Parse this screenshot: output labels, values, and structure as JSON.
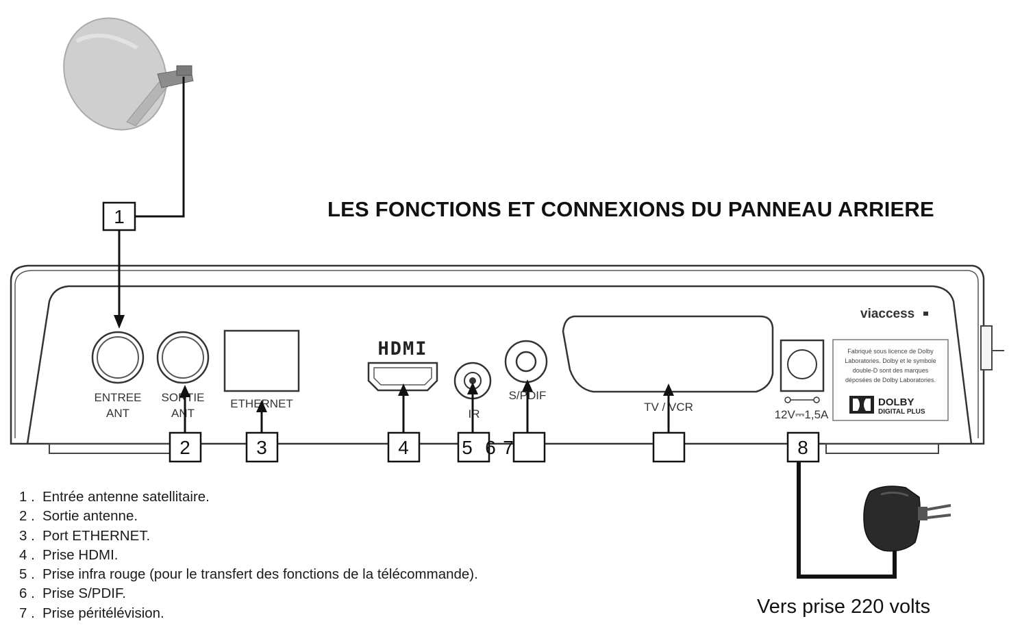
{
  "title": "LES FONCTIONS ET CONNEXIONS DU PANNEAU ARRIERE",
  "brand": "viaccess",
  "hdmi_logo": "HDMI",
  "ports": {
    "entree_line1": "ENTREE",
    "entree_line2": "ANT",
    "sortie_line1": "SORTIE",
    "sortie_line2": "ANT",
    "ethernet": "ETHERNET",
    "ir": "IR",
    "spdif": "S/PDIF",
    "tvvcr": "TV / VCR",
    "power": "12V⎓1,5A"
  },
  "dolby": {
    "notice": [
      "Fabriqué sous licence de Dolby",
      "Laboratories. Dolby et le symbole",
      "double-D sont des marques",
      "déposées de Dolby Laboratories."
    ],
    "logo_line1": "DOLBY",
    "logo_line2": "DIGITAL PLUS"
  },
  "callouts": [
    "1",
    "2",
    "3",
    "4",
    "5",
    "6",
    "7",
    "8"
  ],
  "legend": [
    {
      "num": "1 .",
      "text": "Entrée antenne satellitaire."
    },
    {
      "num": "2 .",
      "text": "Sortie antenne."
    },
    {
      "num": "3 .",
      "text": "Port ETHERNET."
    },
    {
      "num": "4 .",
      "text": "Prise HDMI."
    },
    {
      "num": "5 .",
      "text": "Prise infra rouge (pour le transfert des fonctions de la télécommande)."
    },
    {
      "num": "6 .",
      "text": "Prise S/PDIF."
    },
    {
      "num": "7 .",
      "text": "Prise péritélévision."
    }
  ],
  "power_label": "Vers prise 220 volts",
  "icons": {
    "dish": "satellite-dish-icon",
    "adapter": "power-adapter-icon"
  }
}
